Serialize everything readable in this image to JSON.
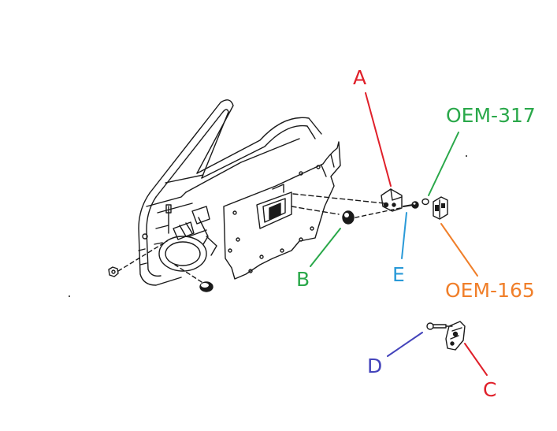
{
  "colors": {
    "background": "#ffffff",
    "linework": "#1a1a1a",
    "red": "#e0202a",
    "green": "#2aa84a",
    "blue": "#2a9ad8",
    "orange": "#f07f2a",
    "indigo": "#4444bb"
  },
  "callouts": [
    {
      "id": "A",
      "label": "A",
      "color": "red"
    },
    {
      "id": "B",
      "label": "B",
      "color": "green"
    },
    {
      "id": "C",
      "label": "C",
      "color": "red"
    },
    {
      "id": "D",
      "label": "D",
      "color": "indigo"
    },
    {
      "id": "E",
      "label": "E",
      "color": "blue"
    },
    {
      "id": "OEM317",
      "label": "OEM-317",
      "color": "green"
    },
    {
      "id": "OEM165",
      "label": "OEM-165",
      "color": "orange"
    }
  ],
  "parts": [
    "door-frame",
    "door-trim-panel",
    "inner-handle",
    "bracket",
    "screw",
    "retainer-clip",
    "door-stop-cushion",
    "striker-bolt",
    "striker-plate",
    "nut"
  ]
}
